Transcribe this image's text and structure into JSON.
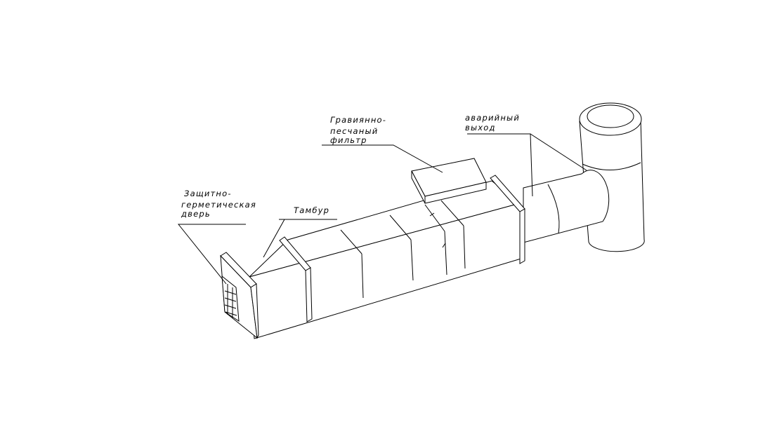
{
  "diagram": {
    "labels": {
      "filter": [
        "Гравиянно-",
        "песчаный",
        "фильтр"
      ],
      "exit": [
        "аварийный",
        "выход"
      ],
      "door": [
        "Защитно-",
        "герметическая",
        "дверь"
      ],
      "vestibule": "Тамбур"
    }
  }
}
